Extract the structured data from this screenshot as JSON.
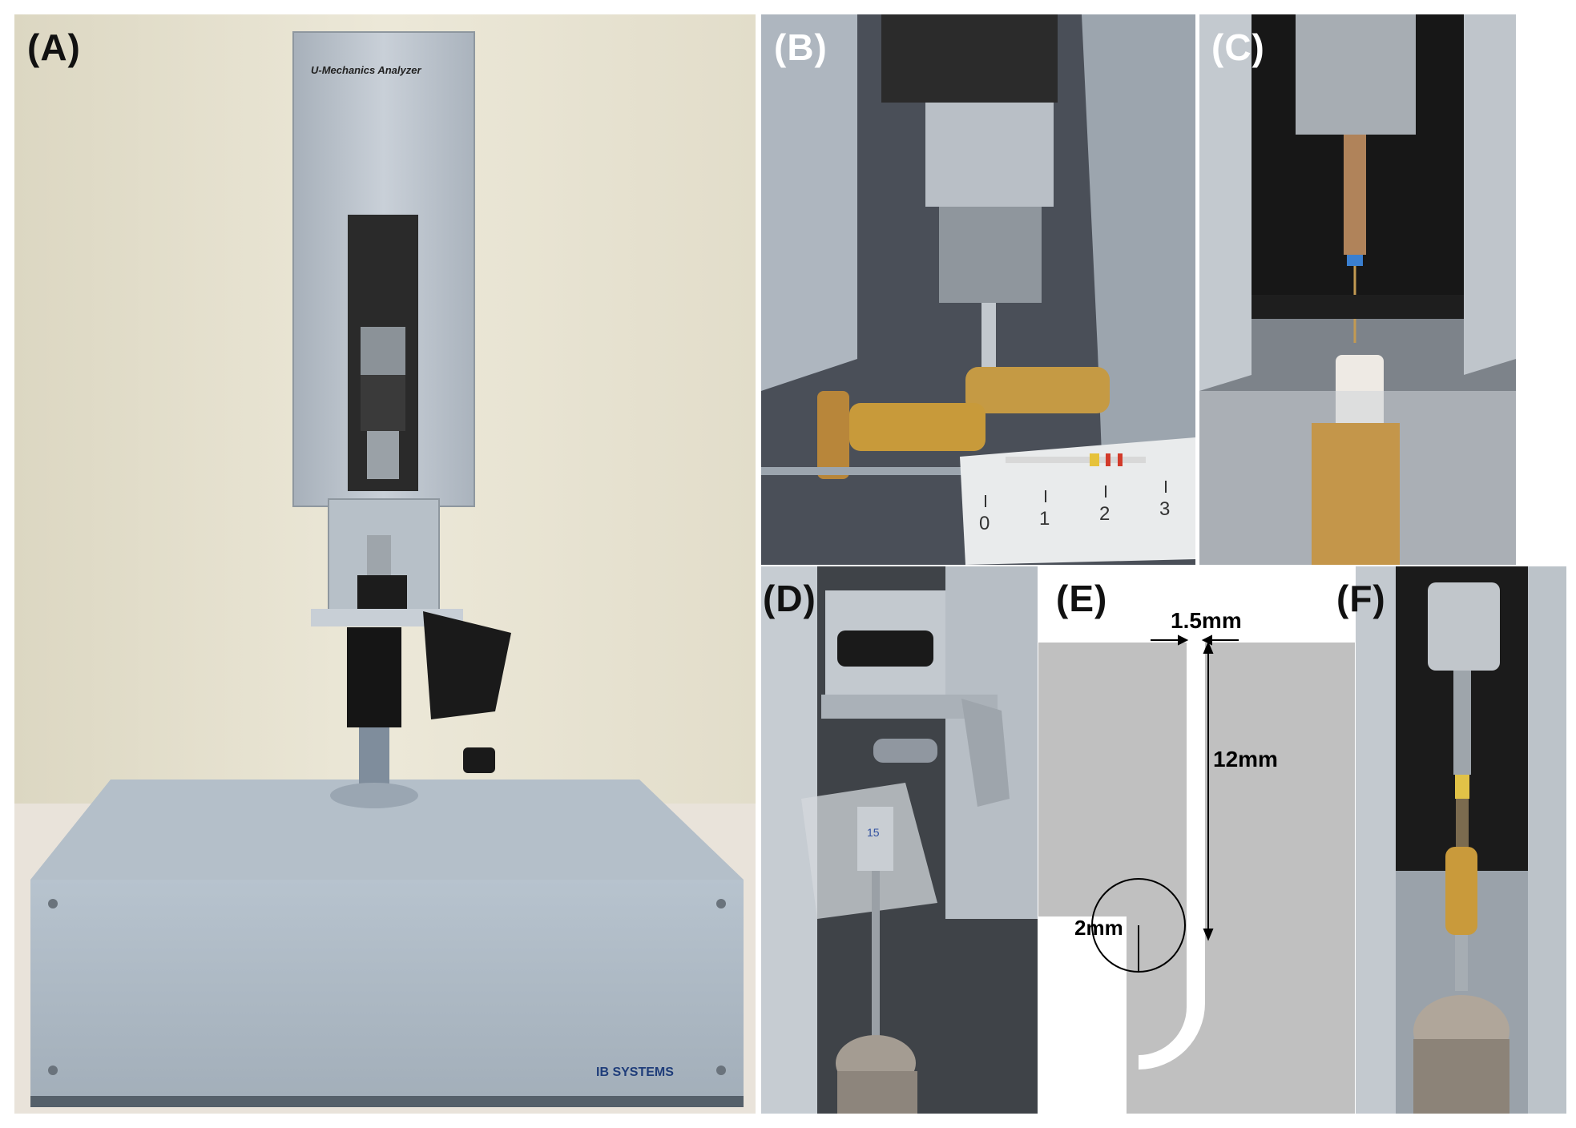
{
  "figure": {
    "panels": [
      {
        "id": "A",
        "label": "(A)"
      },
      {
        "id": "B",
        "label": "(B)"
      },
      {
        "id": "C",
        "label": "(C)"
      },
      {
        "id": "D",
        "label": "(D)"
      },
      {
        "id": "E",
        "label": "(E)"
      },
      {
        "id": "F",
        "label": "(F)"
      }
    ]
  },
  "panel_a": {
    "device_title": "U-Mechanics Analyzer",
    "brand": "IB SYSTEMS"
  },
  "panel_b": {
    "ruler_ticks": [
      "0",
      "1",
      "2",
      "3"
    ]
  },
  "panel_d": {
    "specimen_mark": "15"
  },
  "panel_e": {
    "dim_width": "1.5mm",
    "dim_length": "12mm",
    "dim_radius": "2mm"
  },
  "colors": {
    "wall": "#e6e1cf",
    "aluminum": "#b9c2cc",
    "brass": "#c89a3a",
    "diagram_gray": "#c0c0c0",
    "brand_text": "#1f3d7a"
  }
}
